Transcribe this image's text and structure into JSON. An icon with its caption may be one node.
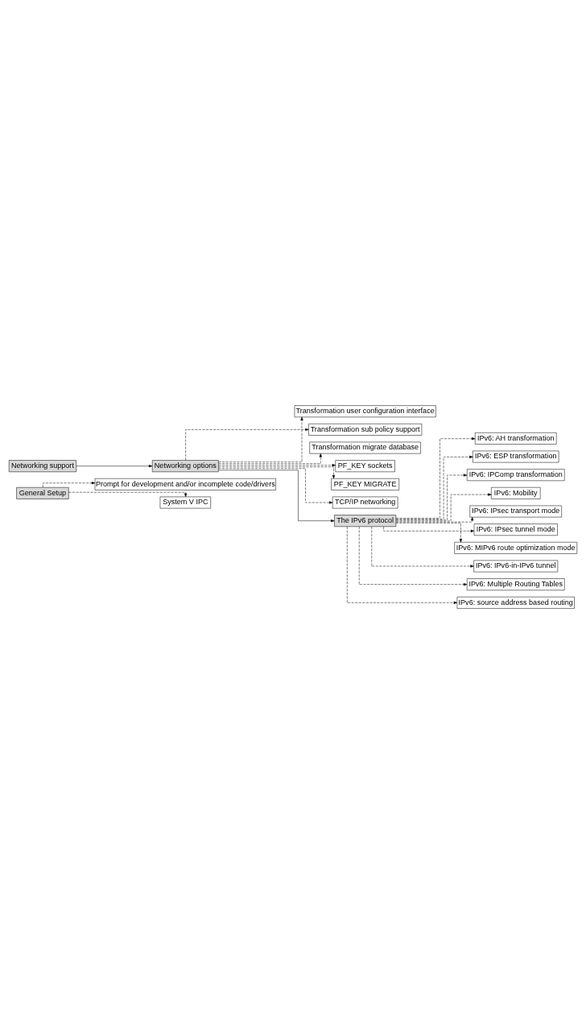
{
  "diagram": {
    "nodes": [
      {
        "text": [
          "General Setup"
        ]
      },
      {
        "text": [
          "Prompt for development and/or incomplete code/drivers"
        ]
      },
      {
        "text": [
          "System V IPC"
        ]
      },
      {
        "text": [
          "Networking support"
        ]
      },
      {
        "text": [
          "Networking options"
        ]
      },
      {
        "text": [
          "Transformation user configuration interface"
        ]
      },
      {
        "text": [
          "Transformation sub policy support"
        ]
      },
      {
        "text": [
          "Transformation migrate database"
        ]
      },
      {
        "text": [
          "PF_KEY sockets"
        ]
      },
      {
        "text": [
          "PF_KEY MIGRATE"
        ]
      },
      {
        "text": [
          "TCP/IP networking"
        ]
      },
      {
        "text": [
          "The IPv6 protocol"
        ]
      },
      {
        "text": [
          "IPv6: AH transformation"
        ]
      },
      {
        "text": [
          "IPv6: ESP transformation"
        ]
      },
      {
        "text": [
          "IPv6: IPComp transformation"
        ]
      },
      {
        "text": [
          "IPv6: Mobility"
        ]
      },
      {
        "text": [
          "IPv6: IPsec transport mode"
        ]
      },
      {
        "text": [
          "IPv6: IPsec tunnel mode"
        ]
      },
      {
        "text": [
          "IPv6: MIPv6 route optimization mode"
        ]
      },
      {
        "text": [
          "IPv6: IPv6-in-IPv6 tunnel"
        ]
      },
      {
        "text": [
          "IPv6: Multiple Routing Tables"
        ]
      },
      {
        "text": [
          "IPv6: source address based routing"
        ]
      }
    ],
    "edges": [
      {
        "from": 0,
        "to": 1,
        "arrow": "to",
        "style": "dashed"
      },
      {
        "from": 0,
        "to": 2,
        "arrow": "to",
        "style": "dashed"
      },
      {
        "from": 3,
        "to": 4,
        "arrow": "to"
      },
      {
        "from": 4,
        "to": 5,
        "arrow": "to",
        "style": "dashed"
      },
      {
        "from": 4,
        "to": 6,
        "arrow": "to",
        "style": "dashed"
      },
      {
        "from": 4,
        "to": 7,
        "arrow": "to",
        "style": "dashed"
      },
      {
        "from": 4,
        "to": 8,
        "arrow": "to",
        "style": "dashed"
      },
      {
        "from": 4,
        "to": 9,
        "arrow": "to",
        "style": "dashed"
      },
      {
        "from": 4,
        "to": 10,
        "arrow": "to",
        "style": "dashed"
      },
      {
        "from": 4,
        "to": 11,
        "arrow": "to"
      },
      {
        "from": 11,
        "to": 12,
        "arrow": "to",
        "style": "dashed"
      },
      {
        "from": 11,
        "to": 13,
        "arrow": "to",
        "style": "dashed"
      },
      {
        "from": 11,
        "to": 14,
        "arrow": "to",
        "style": "dashed"
      },
      {
        "from": 11,
        "to": 15,
        "arrow": "to",
        "style": "dashed"
      },
      {
        "from": 11,
        "to": 16,
        "arrow": "to",
        "style": "dashed"
      },
      {
        "from": 11,
        "to": 17,
        "arrow": "to",
        "style": "dashed"
      },
      {
        "from": 11,
        "to": 18,
        "arrow": "to",
        "style": "dashed"
      },
      {
        "from": 11,
        "to": 19,
        "arrow": "to",
        "style": "dashed"
      },
      {
        "from": 11,
        "to": 20,
        "arrow": "to",
        "style": "dashed"
      },
      {
        "from": 11,
        "to": 21,
        "arrow": "to",
        "style": "dashed"
      }
    ]
  }
}
